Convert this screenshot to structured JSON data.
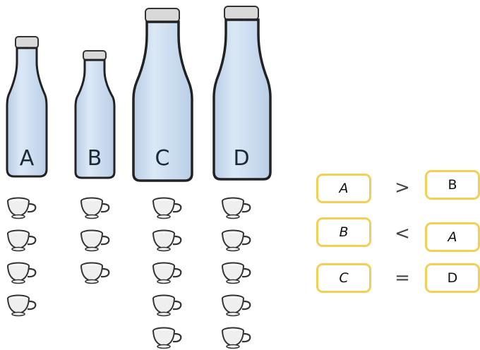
{
  "bottles": [
    {
      "label": "A",
      "cups": 4
    },
    {
      "label": "B",
      "cups": 3
    },
    {
      "label": "C",
      "cups": 5
    },
    {
      "label": "D",
      "cups": 5
    }
  ],
  "comparisons": [
    {
      "left": "A",
      "op": ">",
      "right": "B"
    },
    {
      "left": "B",
      "op": "<",
      "right": "A"
    },
    {
      "left": "C",
      "op": "=",
      "right": "D"
    }
  ],
  "colors": {
    "bottle_fill": "#c9dbef",
    "box_border": "#f4cf55",
    "outline": "#2a2a2a"
  },
  "icons": {
    "bottle": "milk-bottle-icon",
    "cup": "cup-icon"
  }
}
